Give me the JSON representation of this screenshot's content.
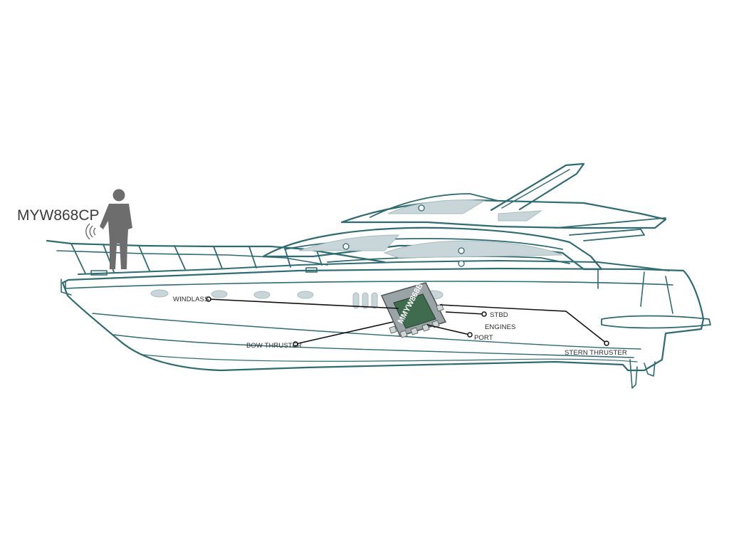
{
  "product_label": "MYW868CP",
  "box_label": "MMYW868B",
  "callouts": {
    "windlass": "WINDLASS",
    "stbd": "STBD",
    "engines": "ENGINES",
    "port": "PORT",
    "bow_thruster": "BOW THRUSTER",
    "stern_thruster": "STERN THRUSTER"
  },
  "colors": {
    "hull_outline": "#2f6b72",
    "window_fill": "#c9d6d9",
    "person": "#6d6d6d",
    "box_fill": "#9aa3a6",
    "line": "#111111"
  }
}
